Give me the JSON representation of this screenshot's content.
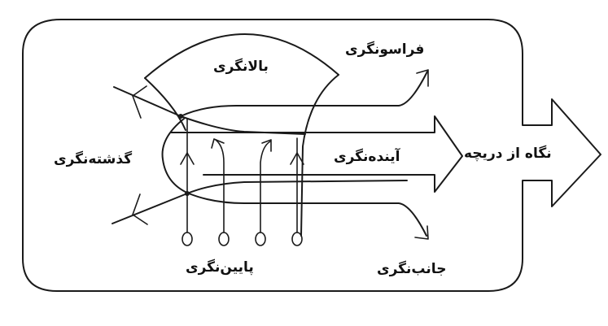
{
  "diagram": {
    "type": "conceptual-flow",
    "colors": {
      "stroke": "#1a1a1a",
      "background": "#ffffff",
      "text": "#111111"
    },
    "labels": {
      "upward": "بالانگری",
      "beyond": "فراسونگری",
      "past": "گذشته‌نگری",
      "future": "آینده‌نگری",
      "window": "نگاه از دریچه",
      "downward": "پایین‌نگری",
      "lateral": "جانب‌نگری"
    },
    "nodes": [
      {
        "id": "window-frame",
        "label_ref": "window",
        "shape": "rounded-box-with-exit-arrow"
      },
      {
        "id": "upward-sector",
        "label_ref": "upward",
        "shape": "fan-sector"
      },
      {
        "id": "future-arrow",
        "label_ref": "future",
        "shape": "block-arrow"
      },
      {
        "id": "loop",
        "shape": "ellipse-loop"
      },
      {
        "id": "roots",
        "label_ref": "downward",
        "count": 4,
        "shape": "small-ovals-with-up-arrows"
      }
    ],
    "edges": [
      {
        "from": "loop",
        "to": "beyond",
        "direction": "up-right"
      },
      {
        "from": "loop",
        "to": "lateral",
        "direction": "down-right"
      },
      {
        "from": "loop",
        "to": "past",
        "direction": "left",
        "count": 2
      }
    ]
  }
}
